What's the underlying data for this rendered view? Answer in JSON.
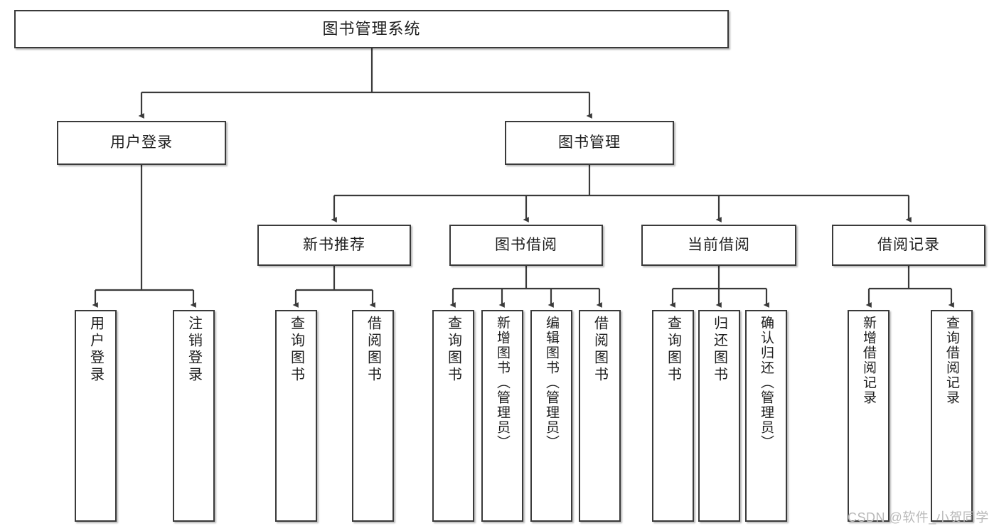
{
  "diagram": {
    "title": "图书管理系统",
    "type": "tree-hierarchy",
    "root": {
      "label": "图书管理系统"
    },
    "level2": [
      {
        "label": "用户登录"
      },
      {
        "label": "图书管理"
      }
    ],
    "level3": [
      {
        "label": "新书推荐"
      },
      {
        "label": "图书借阅"
      },
      {
        "label": "当前借阅"
      },
      {
        "label": "借阅记录"
      }
    ],
    "leaves_user_login": [
      {
        "label": "用户登录"
      },
      {
        "label": "注销登录"
      }
    ],
    "leaves_new_books": [
      {
        "label": "查询图书"
      },
      {
        "label": "借阅图书"
      }
    ],
    "leaves_borrow": [
      {
        "label": "查询图书"
      },
      {
        "label": "新增图书（管理员）"
      },
      {
        "label": "编辑图书（管理员）"
      },
      {
        "label": "借阅图书"
      }
    ],
    "leaves_current": [
      {
        "label": "查询图书"
      },
      {
        "label": "归还图书"
      },
      {
        "label": "确认归还（管理员）"
      }
    ],
    "leaves_records": [
      {
        "label": "新增借阅记录"
      },
      {
        "label": "查询借阅记录"
      }
    ]
  },
  "watermark": {
    "text": "CSDN @软件_小贺同学"
  },
  "colors": {
    "border": "#3a3a3a",
    "text": "#1d1d1d",
    "background": "#ffffff",
    "watermark": "#b9b9b9"
  }
}
